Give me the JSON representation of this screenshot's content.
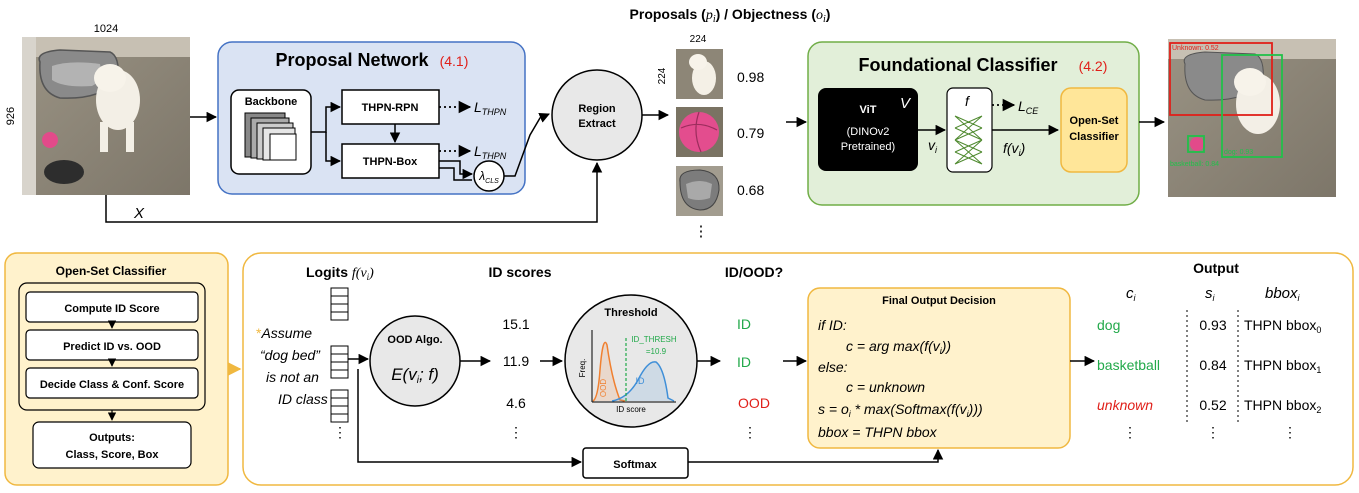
{
  "top": {
    "title": "Proposals",
    "title_sym_p": "p",
    "title_sym_p_sub": "i",
    "title_sep": " / Objectness ",
    "title_sym_o": "o",
    "title_sym_o_sub": "i",
    "input_width": "1024",
    "input_height": "926",
    "x_label": "X",
    "crop_width": "224",
    "crop_height": "224",
    "scores": [
      "0.98",
      "0.79",
      "0.68"
    ],
    "crop_ellipsis": "⋮"
  },
  "proposal_network": {
    "title": "Proposal Network",
    "section_ref": "(4.1)",
    "backbone": "Backbone",
    "rpn": "THPN-RPN",
    "box": "THPN-Box",
    "loss_symbol": "L",
    "loss_sub": "THPN",
    "lambda_symbol": "λ",
    "lambda_sub": "CLS",
    "region_extract_line1": "Region",
    "region_extract_line2": "Extract"
  },
  "foundational_classifier": {
    "title": "Foundational Classifier",
    "section_ref": "(4.2)",
    "vit": "ViT",
    "vit_symbol": "V",
    "vit_sub1": "(DINOv2",
    "vit_sub2": "Pretrained)",
    "v_symbol": "v",
    "v_sub": "i",
    "f_symbol": "f",
    "loss_symbol": "L",
    "loss_sub": "CE",
    "f_output": "f(v",
    "f_output_sub": "i",
    "f_output_close": ")",
    "open_set_line1": "Open-Set",
    "open_set_line2": "Classifier"
  },
  "output_image_labels": {
    "top_label": "Unknown: 0.52",
    "dog_label": "dog: 0.93",
    "ball_label": "basketball: 0.84"
  },
  "open_set_panel": {
    "title": "Open-Set Classifier",
    "steps": [
      "Compute ID Score",
      "Predict ID vs. OOD",
      "Decide Class & Conf. Score"
    ],
    "outputs_line1": "Outputs:",
    "outputs_line2": "Class, Score, Box"
  },
  "detail": {
    "logits_title": "Logits ",
    "logits_sym": "f(v",
    "logits_sub": "i",
    "logits_close": ")",
    "note_star": "*",
    "note_lines": [
      "Assume",
      "“dog bed”",
      "is not an",
      "ID class"
    ],
    "ood_algo": "OOD Algo.",
    "ood_formula": "E(v",
    "ood_formula_sub": "i",
    "ood_formula_rest": "; f)",
    "id_scores_title": "ID scores",
    "id_scores": [
      "15.1",
      "11.9",
      "4.6"
    ],
    "threshold_title": "Threshold",
    "id_thresh_label": "ID_THRESH",
    "id_thresh_value": "=10.9",
    "freq_label": "Freq.",
    "ood_curve_label": "OOD",
    "id_curve_label": "ID",
    "id_score_axis": "ID score",
    "idood_title": "ID/OOD?",
    "idood": [
      "ID",
      "ID",
      "OOD"
    ],
    "decision_title": "Final Output Decision",
    "decision_lines": [
      "if ID:",
      "c = arg max(f(v",
      "else:",
      "c = unknown",
      "s = o",
      "bbox = THPN bbox"
    ],
    "softmax": "Softmax",
    "output_title": "Output",
    "col_c": "c",
    "col_c_sub": "i",
    "col_s": "s",
    "col_s_sub": "i",
    "col_bbox": "bbox",
    "col_bbox_sub": "i",
    "classes": [
      "dog",
      "basketball",
      "unknown"
    ],
    "out_scores": [
      "0.93",
      "0.84",
      "0.52"
    ],
    "bbox_prefix": "THPN bbox",
    "bbox_subs": [
      "0",
      "1",
      "2"
    ],
    "ellipsis": "⋮"
  },
  "colors": {
    "pn_fill": "#dae3f3",
    "pn_stroke": "#4472c4",
    "fc_fill": "#e2efd9",
    "fc_stroke": "#70ad47",
    "os_fill": "#fff2cc",
    "os_stroke": "#f0b840",
    "ref_red": "#e0201a",
    "id_green": "#22a94a",
    "ood_red": "#e0201a",
    "curve_orange": "#f08030",
    "curve_blue": "#3f8fd8",
    "thresh_green": "#22a94a"
  }
}
